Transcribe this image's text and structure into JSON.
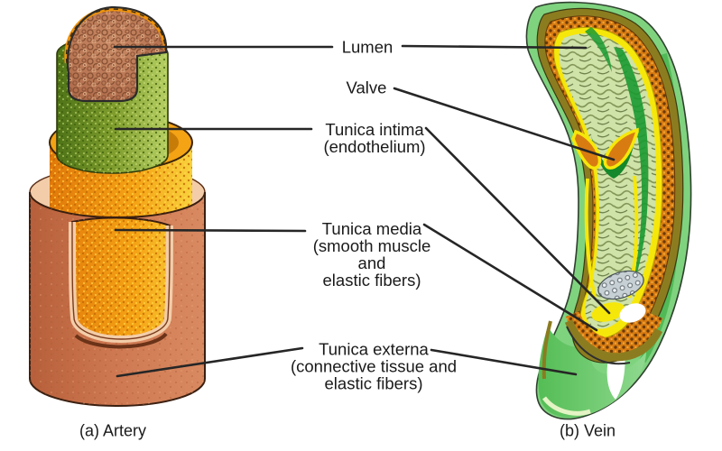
{
  "labels": {
    "lumen": "Lumen",
    "valve": "Valve",
    "tunica_intima": {
      "line1": "Tunica intima",
      "line2": "(endothelium)"
    },
    "tunica_media": {
      "line1": "Tunica media",
      "line2": "(smooth muscle",
      "line3": "and",
      "line4": "elastic fibers)"
    },
    "tunica_externa": {
      "line1": "Tunica externa",
      "line2": "(connective tissue and",
      "line3": "elastic fibers)"
    }
  },
  "captions": {
    "artery": "(a) Artery",
    "vein": "(b) Vein"
  },
  "style": {
    "background": "#ffffff",
    "text_color": "#1a1a1a",
    "leader_line_color": "#262626"
  },
  "artery_colors": {
    "lumen": "#b5714f",
    "lumen_rim": "#ef930b",
    "tunica_intima": "#6f9427",
    "tunica_media": "#f5a314",
    "tunica_externa": "#cd7750",
    "cut_ledge": "#f3cda9"
  },
  "vein_colors": {
    "outer_wall": "#7fd37f",
    "outer_rim": "#8c7c20",
    "tunica_media_band": "#d87c12",
    "tunica_intima_band": "#f6e70a",
    "lumen": "#cfe2a8",
    "dark_green": "#1a9a31",
    "lower_tube": "#54bd55"
  }
}
